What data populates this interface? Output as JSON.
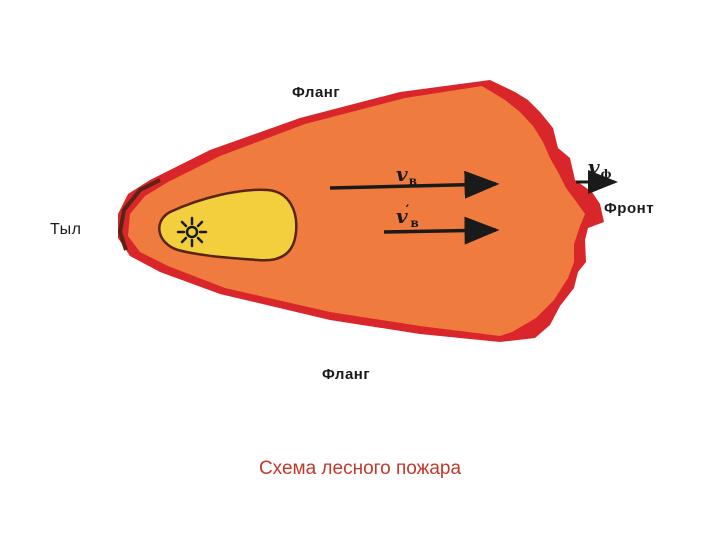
{
  "labels": {
    "flank_top": "Фланг",
    "flank_bottom": "Фланг",
    "rear": "Тыл",
    "front": "Фронт"
  },
  "vectors": {
    "front_speed": {
      "symbol": "v",
      "subscript": "ф"
    },
    "wind": {
      "symbol": "v",
      "subscript": "в"
    },
    "wind_prime": {
      "symbol": "v",
      "subscript": "в",
      "prime": "′"
    }
  },
  "caption": "Схема  лесного пожара",
  "colors": {
    "edge": "#d9262b",
    "burn_zone": "#ef7c3e",
    "origin_zone": "#f3cf3d",
    "outline": "#5a2415",
    "caption": "#c0392b",
    "arrow": "#1a1a1a"
  },
  "icons": {
    "origin": "fire-origin-icon"
  }
}
